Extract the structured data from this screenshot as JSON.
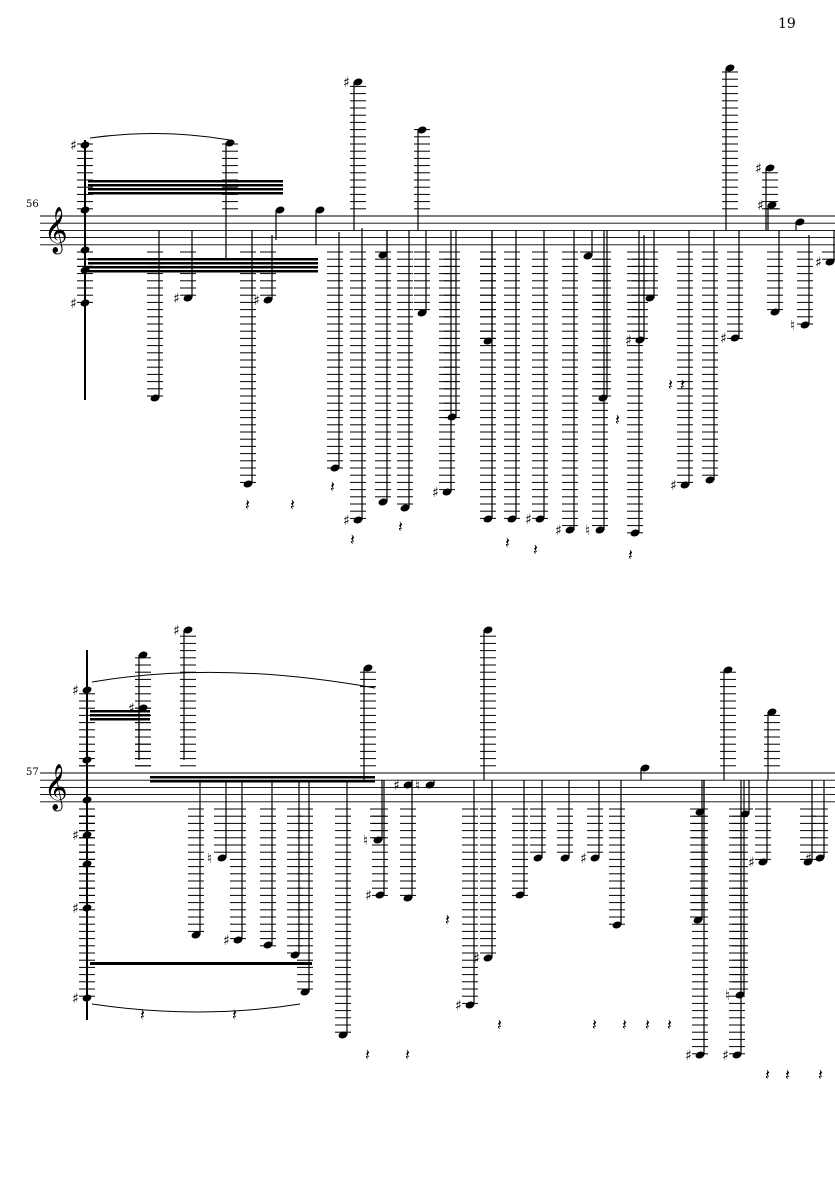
{
  "page": {
    "number": "19"
  },
  "systems": [
    {
      "measure_number": "56",
      "clef": "treble"
    },
    {
      "measure_number": "57",
      "clef": "treble"
    }
  ]
}
